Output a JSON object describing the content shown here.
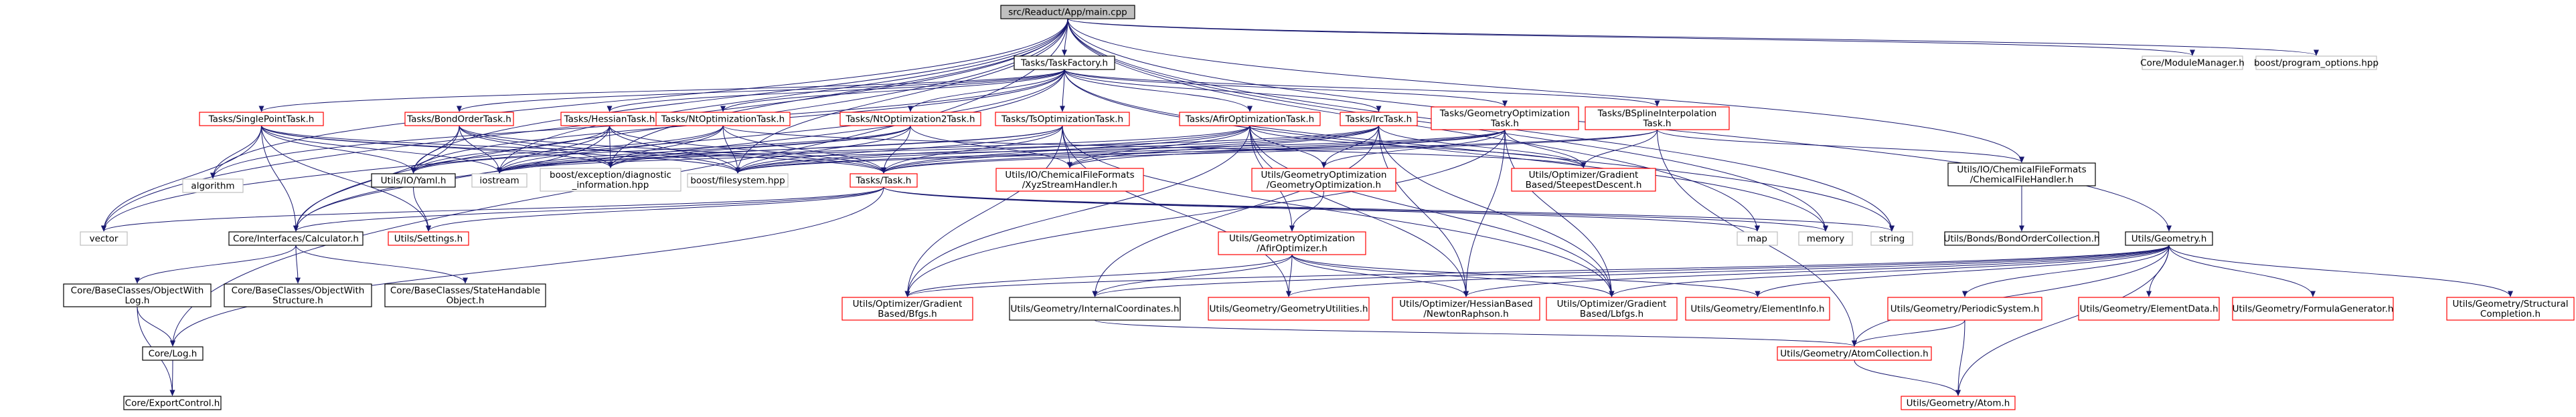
{
  "colors": {
    "root_fill": "#bfbfbf",
    "black_border": "#000000",
    "red_border": "#ff0000",
    "gray_border": "#bfbfbf",
    "edge": "#191970",
    "text": "#000000"
  },
  "nodes": {
    "main": {
      "lines": [
        "src/Readuct/App/main.cpp"
      ],
      "style": "root"
    },
    "taskfactory": {
      "lines": [
        "Tasks/TaskFactory.h"
      ],
      "style": "black"
    },
    "modulemanager": {
      "lines": [
        "Core/ModuleManager.h"
      ],
      "style": "gray"
    },
    "programoptions": {
      "lines": [
        "boost/program_options.hpp"
      ],
      "style": "gray"
    },
    "singlepoint": {
      "lines": [
        "Tasks/SinglePointTask.h"
      ],
      "style": "red"
    },
    "bondorder": {
      "lines": [
        "Tasks/BondOrderTask.h"
      ],
      "style": "red"
    },
    "hessian": {
      "lines": [
        "Tasks/HessianTask.h"
      ],
      "style": "red"
    },
    "ntopt": {
      "lines": [
        "Tasks/NtOptimizationTask.h"
      ],
      "style": "red"
    },
    "nt2opt": {
      "lines": [
        "Tasks/NtOptimization2Task.h"
      ],
      "style": "red"
    },
    "tsopt": {
      "lines": [
        "Tasks/TsOptimizationTask.h"
      ],
      "style": "red"
    },
    "afiropt": {
      "lines": [
        "Tasks/AfirOptimizationTask.h"
      ],
      "style": "red"
    },
    "irc": {
      "lines": [
        "Tasks/IrcTask.h"
      ],
      "style": "red"
    },
    "geomopt": {
      "lines": [
        "Tasks/GeometryOptimization",
        "Task.h"
      ],
      "style": "red"
    },
    "bspline": {
      "lines": [
        "Tasks/BSplineInterpolation",
        "Task.h"
      ],
      "style": "red"
    },
    "algorithm": {
      "lines": [
        "algorithm"
      ],
      "style": "gray"
    },
    "yaml": {
      "lines": [
        "Utils/IO/Yaml.h"
      ],
      "style": "black"
    },
    "iostream": {
      "lines": [
        "iostream"
      ],
      "style": "gray"
    },
    "diaginfo": {
      "lines": [
        "boost/exception/diagnostic",
        "_information.hpp"
      ],
      "style": "gray"
    },
    "filesystem": {
      "lines": [
        "boost/filesystem.hpp"
      ],
      "style": "gray"
    },
    "task": {
      "lines": [
        "Tasks/Task.h"
      ],
      "style": "red"
    },
    "xyzhandler": {
      "lines": [
        "Utils/IO/ChemicalFileFormats",
        "/XyzStreamHandler.h"
      ],
      "style": "red"
    },
    "geomoptutil": {
      "lines": [
        "Utils/GeometryOptimization",
        "/GeometryOptimization.h"
      ],
      "style": "red"
    },
    "steepest": {
      "lines": [
        "Utils/Optimizer/Gradient",
        "Based/SteepestDescent.h"
      ],
      "style": "red"
    },
    "chemfilehandler": {
      "lines": [
        "Utils/IO/ChemicalFileFormats",
        "/ChemicalFileHandler.h"
      ],
      "style": "black"
    },
    "vector": {
      "lines": [
        "vector"
      ],
      "style": "gray"
    },
    "calculator": {
      "lines": [
        "Core/Interfaces/Calculator.h"
      ],
      "style": "black"
    },
    "settings": {
      "lines": [
        "Utils/Settings.h"
      ],
      "style": "red"
    },
    "map": {
      "lines": [
        "map"
      ],
      "style": "gray"
    },
    "memory": {
      "lines": [
        "memory"
      ],
      "style": "gray"
    },
    "string": {
      "lines": [
        "string"
      ],
      "style": "gray"
    },
    "bondorders": {
      "lines": [
        "Utils/Bonds/BondOrderCollection.h"
      ],
      "style": "black"
    },
    "afiroptimizer": {
      "lines": [
        "Utils/GeometryOptimization",
        "/AfirOptimizer.h"
      ],
      "style": "red"
    },
    "geometry": {
      "lines": [
        "Utils/Geometry.h"
      ],
      "style": "black"
    },
    "objwithlog": {
      "lines": [
        "Core/BaseClasses/ObjectWith",
        "Log.h"
      ],
      "style": "black"
    },
    "objwithstructure": {
      "lines": [
        "Core/BaseClasses/ObjectWith",
        "Structure.h"
      ],
      "style": "black"
    },
    "statehandable": {
      "lines": [
        "Core/BaseClasses/StateHandable",
        "Object.h"
      ],
      "style": "black"
    },
    "bfgs": {
      "lines": [
        "Utils/Optimizer/Gradient",
        "Based/Bfgs.h"
      ],
      "style": "red"
    },
    "internalcoords": {
      "lines": [
        "Utils/Geometry/InternalCoordinates.h"
      ],
      "style": "black"
    },
    "geomutilities": {
      "lines": [
        "Utils/Geometry/GeometryUtilities.h"
      ],
      "style": "red"
    },
    "newtonraphson": {
      "lines": [
        "Utils/Optimizer/HessianBased",
        "/NewtonRaphson.h"
      ],
      "style": "red"
    },
    "lbfgs": {
      "lines": [
        "Utils/Optimizer/Gradient",
        "Based/Lbfgs.h"
      ],
      "style": "red"
    },
    "elementinfo": {
      "lines": [
        "Utils/Geometry/ElementInfo.h"
      ],
      "style": "red"
    },
    "periodicsystem": {
      "lines": [
        "Utils/Geometry/PeriodicSystem.h"
      ],
      "style": "red"
    },
    "elementdata": {
      "lines": [
        "Utils/Geometry/ElementData.h"
      ],
      "style": "red"
    },
    "formulagen": {
      "lines": [
        "Utils/Geometry/FormulaGenerator.h"
      ],
      "style": "red"
    },
    "structcompletion": {
      "lines": [
        "Utils/Geometry/Structural",
        "Completion.h"
      ],
      "style": "red"
    },
    "log": {
      "lines": [
        "Core/Log.h"
      ],
      "style": "black"
    },
    "atomcollection": {
      "lines": [
        "Utils/Geometry/AtomCollection.h"
      ],
      "style": "red"
    },
    "exportcontrol": {
      "lines": [
        "Core/ExportControl.h"
      ],
      "style": "black"
    },
    "atom": {
      "lines": [
        "Utils/Geometry/Atom.h"
      ],
      "style": "red"
    }
  },
  "edges": [
    [
      "main",
      "taskfactory"
    ],
    [
      "main",
      "modulemanager"
    ],
    [
      "main",
      "programoptions"
    ],
    [
      "main",
      "yaml"
    ],
    [
      "main",
      "iostream"
    ],
    [
      "main",
      "diaginfo"
    ],
    [
      "main",
      "filesystem"
    ],
    [
      "main",
      "vector"
    ],
    [
      "main",
      "calculator"
    ],
    [
      "main",
      "map"
    ],
    [
      "main",
      "memory"
    ],
    [
      "main",
      "string"
    ],
    [
      "main",
      "chemfilehandler"
    ],
    [
      "main",
      "geometry"
    ],
    [
      "main",
      "log"
    ],
    [
      "main",
      "algorithm"
    ],
    [
      "taskfactory",
      "singlepoint"
    ],
    [
      "taskfactory",
      "bondorder"
    ],
    [
      "taskfactory",
      "hessian"
    ],
    [
      "taskfactory",
      "ntopt"
    ],
    [
      "taskfactory",
      "nt2opt"
    ],
    [
      "taskfactory",
      "tsopt"
    ],
    [
      "taskfactory",
      "afiropt"
    ],
    [
      "taskfactory",
      "irc"
    ],
    [
      "taskfactory",
      "geomopt"
    ],
    [
      "taskfactory",
      "bspline"
    ],
    [
      "taskfactory",
      "memory"
    ],
    [
      "taskfactory",
      "string"
    ],
    [
      "taskfactory",
      "vector"
    ],
    [
      "taskfactory",
      "algorithm"
    ],
    [
      "taskfactory",
      "calculator"
    ],
    [
      "taskfactory",
      "yaml"
    ],
    [
      "singlepoint",
      "algorithm"
    ],
    [
      "singlepoint",
      "yaml"
    ],
    [
      "singlepoint",
      "iostream"
    ],
    [
      "singlepoint",
      "diaginfo"
    ],
    [
      "singlepoint",
      "filesystem"
    ],
    [
      "singlepoint",
      "task"
    ],
    [
      "singlepoint",
      "vector"
    ],
    [
      "singlepoint",
      "calculator"
    ],
    [
      "singlepoint",
      "settings"
    ],
    [
      "bondorder",
      "yaml"
    ],
    [
      "bondorder",
      "iostream"
    ],
    [
      "bondorder",
      "diaginfo"
    ],
    [
      "bondorder",
      "filesystem"
    ],
    [
      "bondorder",
      "task"
    ],
    [
      "bondorder",
      "calculator"
    ],
    [
      "hessian",
      "yaml"
    ],
    [
      "hessian",
      "iostream"
    ],
    [
      "hessian",
      "diaginfo"
    ],
    [
      "hessian",
      "filesystem"
    ],
    [
      "hessian",
      "task"
    ],
    [
      "hessian",
      "calculator"
    ],
    [
      "ntopt",
      "yaml"
    ],
    [
      "ntopt",
      "iostream"
    ],
    [
      "ntopt",
      "diaginfo"
    ],
    [
      "ntopt",
      "filesystem"
    ],
    [
      "ntopt",
      "task"
    ],
    [
      "ntopt",
      "steepest"
    ],
    [
      "nt2opt",
      "iostream"
    ],
    [
      "nt2opt",
      "diaginfo"
    ],
    [
      "nt2opt",
      "filesystem"
    ],
    [
      "nt2opt",
      "task"
    ],
    [
      "nt2opt",
      "xyzhandler"
    ],
    [
      "nt2opt",
      "yaml"
    ],
    [
      "tsopt",
      "iostream"
    ],
    [
      "tsopt",
      "diaginfo"
    ],
    [
      "tsopt",
      "filesystem"
    ],
    [
      "tsopt",
      "task"
    ],
    [
      "tsopt",
      "xyzhandler"
    ],
    [
      "tsopt",
      "geomutilities"
    ],
    [
      "tsopt",
      "lbfgs"
    ],
    [
      "tsopt",
      "bfgs"
    ],
    [
      "afiropt",
      "iostream"
    ],
    [
      "afiropt",
      "filesystem"
    ],
    [
      "afiropt",
      "task"
    ],
    [
      "afiropt",
      "xyzhandler"
    ],
    [
      "afiropt",
      "geomoptutil"
    ],
    [
      "afiropt",
      "steepest"
    ],
    [
      "afiropt",
      "afiroptimizer"
    ],
    [
      "afiropt",
      "bfgs"
    ],
    [
      "afiropt",
      "newtonraphson"
    ],
    [
      "afiropt",
      "lbfgs"
    ],
    [
      "irc",
      "iostream"
    ],
    [
      "irc",
      "filesystem"
    ],
    [
      "irc",
      "task"
    ],
    [
      "irc",
      "xyzhandler"
    ],
    [
      "irc",
      "geomoptutil"
    ],
    [
      "irc",
      "steepest"
    ],
    [
      "irc",
      "internalcoords"
    ],
    [
      "irc",
      "newtonraphson"
    ],
    [
      "irc",
      "lbfgs"
    ],
    [
      "geomopt",
      "iostream"
    ],
    [
      "geomopt",
      "filesystem"
    ],
    [
      "geomopt",
      "task"
    ],
    [
      "geomopt",
      "xyzhandler"
    ],
    [
      "geomopt",
      "geomoptutil"
    ],
    [
      "geomopt",
      "steepest"
    ],
    [
      "geomopt",
      "bfgs"
    ],
    [
      "geomopt",
      "newtonraphson"
    ],
    [
      "geomopt",
      "lbfgs"
    ],
    [
      "bspline",
      "task"
    ],
    [
      "bspline",
      "filesystem"
    ],
    [
      "bspline",
      "steepest"
    ],
    [
      "bspline",
      "chemfilehandler"
    ],
    [
      "bspline",
      "atomcollection"
    ],
    [
      "task",
      "vector"
    ],
    [
      "task",
      "calculator"
    ],
    [
      "task",
      "settings"
    ],
    [
      "task",
      "map"
    ],
    [
      "task",
      "memory"
    ],
    [
      "task",
      "string"
    ],
    [
      "task",
      "log"
    ],
    [
      "yaml",
      "settings"
    ],
    [
      "geomoptutil",
      "afiroptimizer"
    ],
    [
      "chemfilehandler",
      "bondorders"
    ],
    [
      "calculator",
      "objwithlog"
    ],
    [
      "calculator",
      "objwithstructure"
    ],
    [
      "calculator",
      "statehandable"
    ],
    [
      "objwithlog",
      "log"
    ],
    [
      "objwithlog",
      "exportcontrol"
    ],
    [
      "log",
      "exportcontrol"
    ],
    [
      "afiroptimizer",
      "bfgs"
    ],
    [
      "afiroptimizer",
      "internalcoords"
    ],
    [
      "afiroptimizer",
      "geomutilities"
    ],
    [
      "afiroptimizer",
      "newtonraphson"
    ],
    [
      "afiroptimizer",
      "lbfgs"
    ],
    [
      "afiroptimizer",
      "elementinfo"
    ],
    [
      "geometry",
      "bfgs"
    ],
    [
      "geometry",
      "internalcoords"
    ],
    [
      "geometry",
      "geomutilities"
    ],
    [
      "geometry",
      "newtonraphson"
    ],
    [
      "geometry",
      "lbfgs"
    ],
    [
      "geometry",
      "elementinfo"
    ],
    [
      "geometry",
      "periodicsystem"
    ],
    [
      "geometry",
      "elementdata"
    ],
    [
      "geometry",
      "formulagen"
    ],
    [
      "geometry",
      "structcompletion"
    ],
    [
      "geometry",
      "atomcollection"
    ],
    [
      "geometry",
      "atom"
    ],
    [
      "internalcoords",
      "atomcollection"
    ],
    [
      "periodicsystem",
      "atomcollection"
    ],
    [
      "periodicsystem",
      "atom"
    ],
    [
      "atomcollection",
      "atom"
    ]
  ]
}
